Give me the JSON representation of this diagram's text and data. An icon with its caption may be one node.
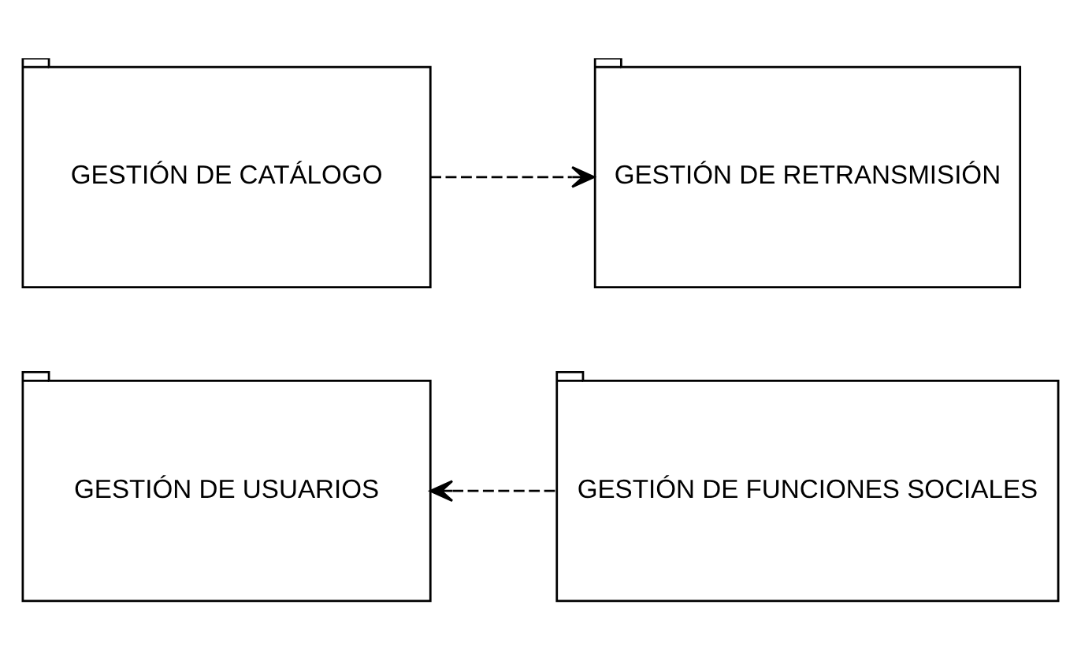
{
  "diagram": {
    "nodes": [
      {
        "text": [
          "GESTIÓN DE USUARIOS"
        ]
      },
      {
        "text": [
          "GESTIÓN DE FUNCIONES SOCIALES"
        ]
      },
      {
        "text": [
          "GESTIÓN DE CATÁLOGO"
        ]
      },
      {
        "text": [
          "GESTIÓN DE RETRANSMISIÓN"
        ]
      }
    ],
    "edges": [
      {
        "from": 1,
        "to": 0,
        "arrow": "to",
        "style": "dashed"
      },
      {
        "from": 2,
        "to": 3,
        "arrow": "to",
        "style": "dashed"
      }
    ]
  }
}
